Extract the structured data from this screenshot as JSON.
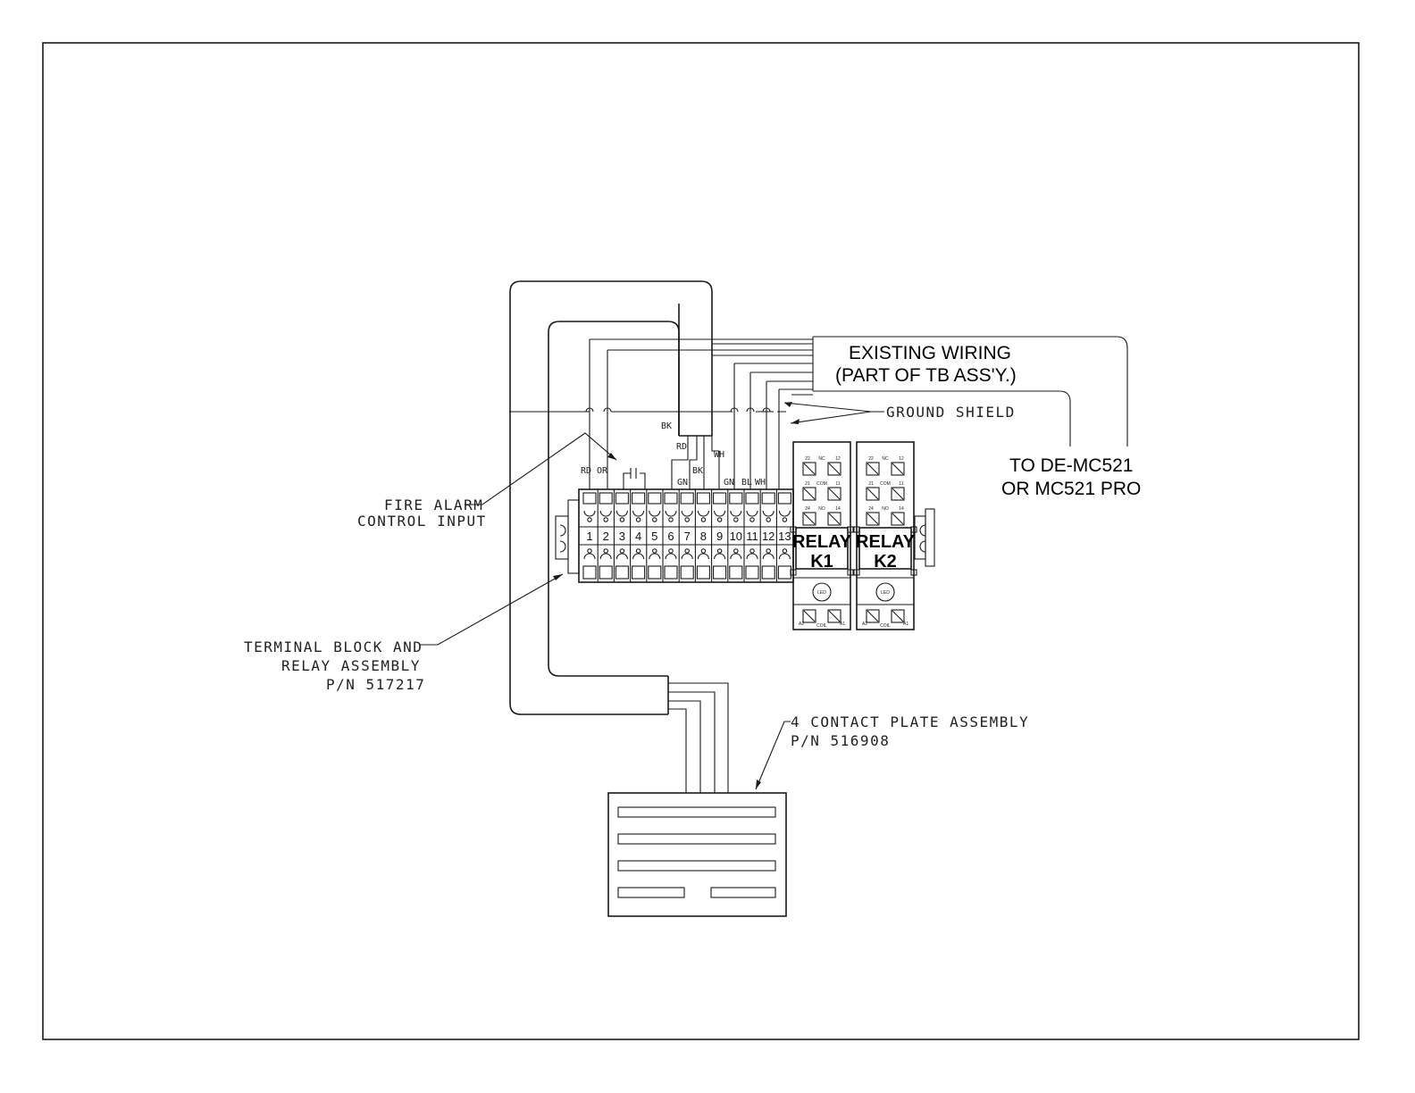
{
  "labels": {
    "existing_wiring_line1": "EXISTING WIRING",
    "existing_wiring_line2": "(PART OF TB ASS'Y.)",
    "ground_shield": "GROUND SHIELD",
    "to_de_line1": "TO DE-MC521",
    "to_de_line2": "OR MC521 PRO",
    "fire_alarm_line1": "FIRE ALARM",
    "fire_alarm_line2": "CONTROL INPUT",
    "terminal_block_line1": "TERMINAL BLOCK AND",
    "terminal_block_line2": "RELAY ASSEMBLY",
    "terminal_block_line3": "P/N 517217",
    "contact_plate_line1": "4 CONTACT PLATE ASSEMBLY",
    "contact_plate_line2": "P/N 516908"
  },
  "wire_colors": {
    "rd_left": "RD",
    "or_left": "OR",
    "bk_top": "BK",
    "rd_mid": "RD",
    "bk_mid": "BK",
    "wh_mid": "WH",
    "gn_a": "GN",
    "gn_b": "GN",
    "bl": "BL",
    "wh_right": "WH"
  },
  "terminals": [
    "1",
    "2",
    "3",
    "4",
    "5",
    "6",
    "7",
    "8",
    "9",
    "10",
    "11",
    "12",
    "13"
  ],
  "relays": [
    {
      "line1": "RELAY",
      "line2": "K1",
      "led": "LED",
      "coil": "COIL",
      "a2": "A2",
      "a1": "A1",
      "t22": "22",
      "nc": "NC",
      "t12": "12",
      "t21": "21",
      "com": "COM",
      "t11": "11",
      "t24": "24",
      "no": "NO",
      "t14": "14"
    },
    {
      "line1": "RELAY",
      "line2": "K2",
      "led": "LED",
      "coil": "COIL",
      "a2": "A2",
      "a1": "A1",
      "t22": "22",
      "nc": "NC",
      "t12": "12",
      "t21": "21",
      "com": "COM",
      "t11": "11",
      "t24": "24",
      "no": "NO",
      "t14": "14"
    }
  ]
}
